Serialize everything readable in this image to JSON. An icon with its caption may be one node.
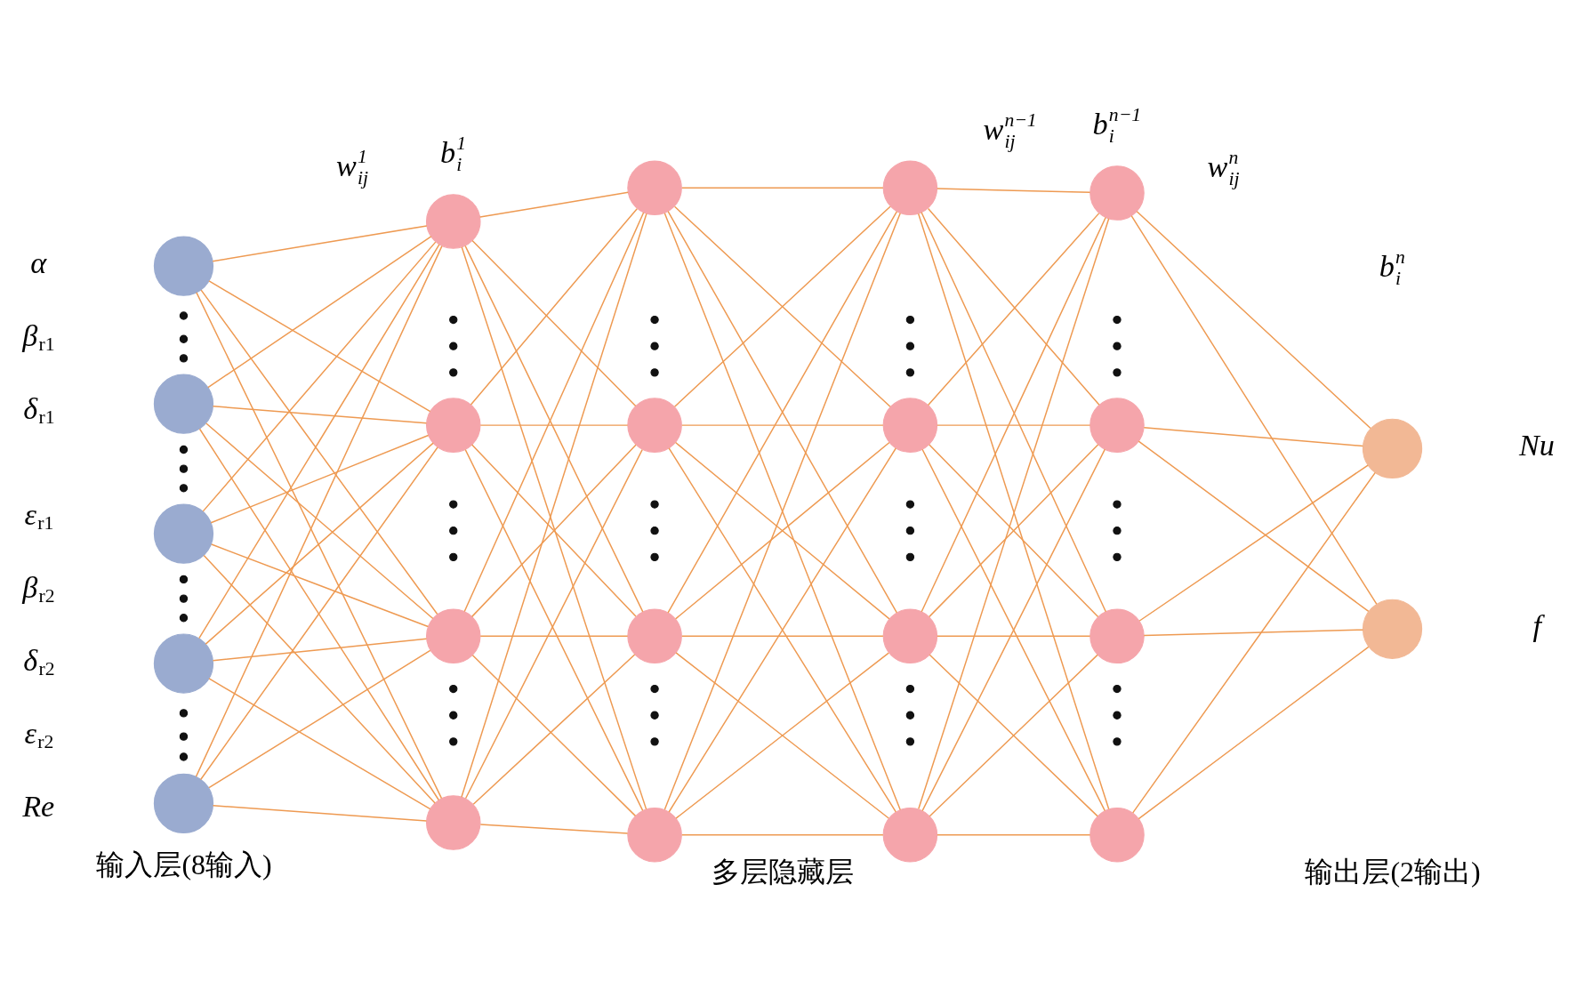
{
  "diagram": {
    "nodes": [
      {
        "text": [],
        "shape": "circle"
      },
      {
        "text": [],
        "shape": "circle"
      },
      {
        "text": [],
        "shape": "circle"
      },
      {
        "text": [],
        "shape": "circle"
      },
      {
        "text": [],
        "shape": "circle"
      },
      {
        "text": [],
        "shape": "circle"
      },
      {
        "text": [],
        "shape": "circle"
      },
      {
        "text": [],
        "shape": "circle"
      },
      {
        "text": [],
        "shape": "circle"
      },
      {
        "text": [],
        "shape": "circle"
      },
      {
        "text": [],
        "shape": "circle"
      },
      {
        "text": [],
        "shape": "circle"
      },
      {
        "text": [],
        "shape": "circle"
      },
      {
        "text": [],
        "shape": "circle"
      },
      {
        "text": [],
        "shape": "circle"
      },
      {
        "text": [],
        "shape": "circle"
      },
      {
        "text": [],
        "shape": "circle"
      },
      {
        "text": [],
        "shape": "circle"
      },
      {
        "text": [],
        "shape": "circle"
      },
      {
        "text": [],
        "shape": "circle"
      },
      {
        "text": [],
        "shape": "circle"
      },
      {
        "text": [],
        "shape": "circle",
        "beside": [
          "Nu"
        ]
      },
      {
        "text": [],
        "shape": "circle",
        "beside": [
          "f"
        ]
      }
    ],
    "edges": [
      {
        "from": 0,
        "to": 5,
        "arrow": "none"
      },
      {
        "from": 0,
        "to": 6,
        "arrow": "none"
      },
      {
        "from": 0,
        "to": 7,
        "arrow": "none"
      },
      {
        "from": 0,
        "to": 8,
        "arrow": "none"
      },
      {
        "from": 1,
        "to": 5,
        "arrow": "none"
      },
      {
        "from": 1,
        "to": 6,
        "arrow": "none"
      },
      {
        "from": 1,
        "to": 7,
        "arrow": "none"
      },
      {
        "from": 1,
        "to": 8,
        "arrow": "none"
      },
      {
        "from": 2,
        "to": 5,
        "arrow": "none"
      },
      {
        "from": 2,
        "to": 6,
        "arrow": "none"
      },
      {
        "from": 2,
        "to": 7,
        "arrow": "none"
      },
      {
        "from": 2,
        "to": 8,
        "arrow": "none"
      },
      {
        "from": 3,
        "to": 5,
        "arrow": "none"
      },
      {
        "from": 3,
        "to": 6,
        "arrow": "none"
      },
      {
        "from": 3,
        "to": 7,
        "arrow": "none"
      },
      {
        "from": 3,
        "to": 8,
        "arrow": "none"
      },
      {
        "from": 4,
        "to": 5,
        "arrow": "none"
      },
      {
        "from": 4,
        "to": 6,
        "arrow": "none"
      },
      {
        "from": 4,
        "to": 7,
        "arrow": "none"
      },
      {
        "from": 4,
        "to": 8,
        "arrow": "none"
      },
      {
        "from": 5,
        "to": 9,
        "arrow": "none"
      },
      {
        "from": 5,
        "to": 10,
        "arrow": "none"
      },
      {
        "from": 5,
        "to": 11,
        "arrow": "none"
      },
      {
        "from": 5,
        "to": 12,
        "arrow": "none"
      },
      {
        "from": 6,
        "to": 9,
        "arrow": "none"
      },
      {
        "from": 6,
        "to": 10,
        "arrow": "none"
      },
      {
        "from": 6,
        "to": 11,
        "arrow": "none"
      },
      {
        "from": 6,
        "to": 12,
        "arrow": "none"
      },
      {
        "from": 7,
        "to": 9,
        "arrow": "none"
      },
      {
        "from": 7,
        "to": 10,
        "arrow": "none"
      },
      {
        "from": 7,
        "to": 11,
        "arrow": "none"
      },
      {
        "from": 7,
        "to": 12,
        "arrow": "none"
      },
      {
        "from": 8,
        "to": 9,
        "arrow": "none"
      },
      {
        "from": 8,
        "to": 10,
        "arrow": "none"
      },
      {
        "from": 8,
        "to": 11,
        "arrow": "none"
      },
      {
        "from": 8,
        "to": 12,
        "arrow": "none"
      },
      {
        "from": 9,
        "to": 13,
        "arrow": "none"
      },
      {
        "from": 9,
        "to": 14,
        "arrow": "none"
      },
      {
        "from": 9,
        "to": 15,
        "arrow": "none"
      },
      {
        "from": 9,
        "to": 16,
        "arrow": "none"
      },
      {
        "from": 10,
        "to": 13,
        "arrow": "none"
      },
      {
        "from": 10,
        "to": 14,
        "arrow": "none"
      },
      {
        "from": 10,
        "to": 15,
        "arrow": "none"
      },
      {
        "from": 10,
        "to": 16,
        "arrow": "none"
      },
      {
        "from": 11,
        "to": 13,
        "arrow": "none"
      },
      {
        "from": 11,
        "to": 14,
        "arrow": "none"
      },
      {
        "from": 11,
        "to": 15,
        "arrow": "none"
      },
      {
        "from": 11,
        "to": 16,
        "arrow": "none"
      },
      {
        "from": 12,
        "to": 13,
        "arrow": "none"
      },
      {
        "from": 12,
        "to": 14,
        "arrow": "none"
      },
      {
        "from": 12,
        "to": 15,
        "arrow": "none"
      },
      {
        "from": 12,
        "to": 16,
        "arrow": "none"
      },
      {
        "from": 13,
        "to": 17,
        "arrow": "none"
      },
      {
        "from": 13,
        "to": 18,
        "arrow": "none"
      },
      {
        "from": 13,
        "to": 19,
        "arrow": "none"
      },
      {
        "from": 13,
        "to": 20,
        "arrow": "none"
      },
      {
        "from": 14,
        "to": 17,
        "arrow": "none"
      },
      {
        "from": 14,
        "to": 18,
        "arrow": "none"
      },
      {
        "from": 14,
        "to": 19,
        "arrow": "none"
      },
      {
        "from": 14,
        "to": 20,
        "arrow": "none"
      },
      {
        "from": 15,
        "to": 17,
        "arrow": "none"
      },
      {
        "from": 15,
        "to": 18,
        "arrow": "none"
      },
      {
        "from": 15,
        "to": 19,
        "arrow": "none"
      },
      {
        "from": 15,
        "to": 20,
        "arrow": "none"
      },
      {
        "from": 16,
        "to": 17,
        "arrow": "none"
      },
      {
        "from": 16,
        "to": 18,
        "arrow": "none"
      },
      {
        "from": 16,
        "to": 19,
        "arrow": "none"
      },
      {
        "from": 16,
        "to": 20,
        "arrow": "none"
      },
      {
        "from": 17,
        "to": 21,
        "arrow": "none"
      },
      {
        "from": 17,
        "to": 22,
        "arrow": "none"
      },
      {
        "from": 18,
        "to": 21,
        "arrow": "none"
      },
      {
        "from": 18,
        "to": 22,
        "arrow": "none"
      },
      {
        "from": 19,
        "to": 21,
        "arrow": "none"
      },
      {
        "from": 19,
        "to": 22,
        "arrow": "none"
      },
      {
        "from": 20,
        "to": 21,
        "arrow": "none"
      },
      {
        "from": 20,
        "to": 22,
        "arrow": "none"
      }
    ],
    "labels": [
      "α",
      "β$_{r1}$",
      "δ$_{r1}$",
      "ε$_{r1}$",
      "β$_{r2}$",
      "δ$_{r2}$",
      "ε$_{r2}$",
      "Re",
      "w$^{1}$$_{ij}$",
      "b$^{1}$$_{i}$",
      "w$^{n−1}$$_{ij}$",
      "b$^{n−1}$$_{i}$",
      "w$^{n}$$_{ij}$",
      "b$^{n}$$_{i}$",
      "输入层(8输入)",
      "多层隐藏层",
      "输出层(2输出)"
    ]
  }
}
